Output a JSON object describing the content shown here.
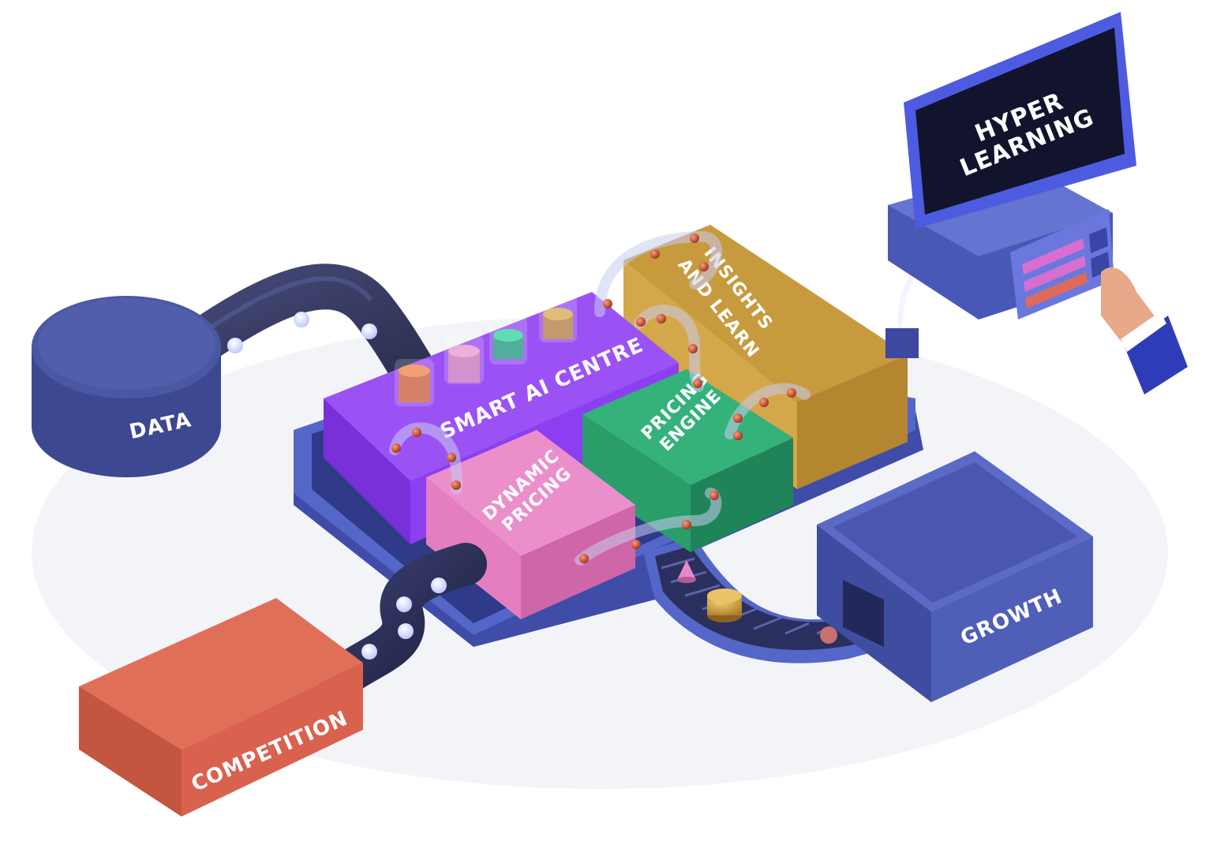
{
  "labels": {
    "data": "DATA",
    "competition": "COMPETITION",
    "smart_ai": "SMART AI CENTRE",
    "dynamic_pricing": [
      "DYNAMIC",
      "PRICING"
    ],
    "pricing_engine": [
      "PRICING",
      "ENGINE"
    ],
    "insights": [
      "INSIGHTS",
      "AND LEARN"
    ],
    "growth": "GROWTH",
    "hyper_learning": [
      "HYPER",
      "LEARNING"
    ]
  },
  "colors": {
    "data": "#4a58a3",
    "competition": "#d9624e",
    "smart_ai": "#8c3ff0",
    "dynamic_pricing": "#e57ec0",
    "pricing_engine": "#2a9d6a",
    "insights": "#c79a3e",
    "growth": "#4f5fb8",
    "tray": "#5566c9",
    "monitor": "#4d5be0",
    "screen": "#12142e",
    "pipe": "#2b2f55",
    "orb": "#dfe5ff",
    "bead": "#c44a2e"
  }
}
